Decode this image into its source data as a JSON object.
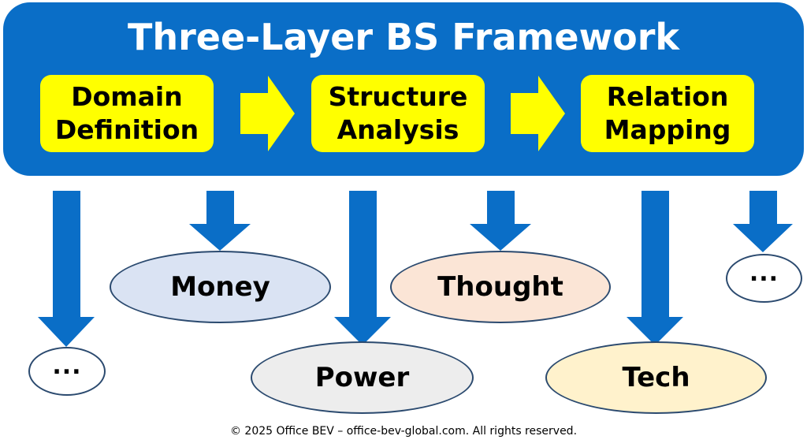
{
  "title": "Three-Layer BS Framework",
  "steps": [
    {
      "line1": "Domain",
      "line2": "Definition"
    },
    {
      "line1": "Structure",
      "line2": "Analysis"
    },
    {
      "line1": "Relation",
      "line2": "Mapping"
    }
  ],
  "domains": {
    "money": "Money",
    "thought": "Thought",
    "power": "Power",
    "tech": "Tech",
    "more_left": "...",
    "more_right": "..."
  },
  "footer": "© 2025 Office BEV – office-bev-global.com. All rights reserved.",
  "colors": {
    "banner": "#0a6ec7",
    "step_box": "#ffff00",
    "arrow_yellow": "#ffff00",
    "arrow_blue": "#0a6ec7",
    "money": "#dae3f3",
    "thought": "#fbe5d6",
    "power": "#ededed",
    "tech": "#fff2cc"
  }
}
